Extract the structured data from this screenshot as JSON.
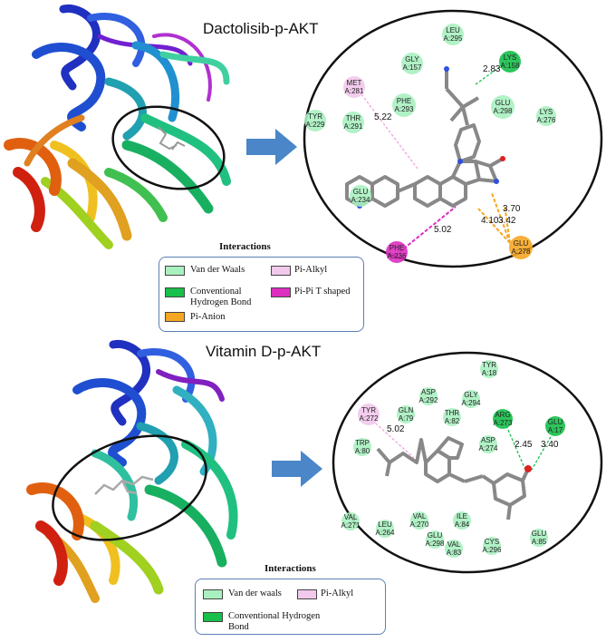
{
  "top": {
    "title": "Dactolisib-p-AKT",
    "residues": [
      {
        "label": "LEU\nA:295",
        "type": "vdw"
      },
      {
        "label": "LYS\nA:158",
        "type": "hbond"
      },
      {
        "label": "GLY\nA:157",
        "type": "vdw"
      },
      {
        "label": "MET\nA:281",
        "type": "pialkyl"
      },
      {
        "label": "PHE\nA:293",
        "type": "vdw"
      },
      {
        "label": "GLU\nA:298",
        "type": "vdw"
      },
      {
        "label": "LYS\nA:276",
        "type": "vdw"
      },
      {
        "label": "TYR\nA:229",
        "type": "vdw"
      },
      {
        "label": "THR\nA:291",
        "type": "vdw"
      },
      {
        "label": "GLU\nA:234",
        "type": "vdw"
      },
      {
        "label": "PHE\nA:236",
        "type": "pipi"
      },
      {
        "label": "GLU\nA:278",
        "type": "pianion"
      }
    ],
    "distances": [
      "2.83",
      "5.22",
      "5.02",
      "3.70",
      "4.10",
      "3.42"
    ],
    "legend": {
      "title": "Interactions",
      "items": [
        {
          "label": "Van der Waals",
          "color": "#a8f0c0"
        },
        {
          "label": "Pi-Alkyl",
          "color": "#f2c8ec"
        },
        {
          "label": "Conventional Hydrogen Bond",
          "color": "#16c04a"
        },
        {
          "label": "Pi-Pi T shaped",
          "color": "#dd2fc0"
        },
        {
          "label": "Pi-Anion",
          "color": "#f5a623"
        }
      ]
    }
  },
  "bottom": {
    "title": "Vitamin D-p-AKT",
    "residues": [
      {
        "label": "TYR\nA:18",
        "type": "vdw"
      },
      {
        "label": "ASP\nA:292",
        "type": "vdw"
      },
      {
        "label": "GLY\nA:294",
        "type": "vdw"
      },
      {
        "label": "TYR\nA:272",
        "type": "pialkyl"
      },
      {
        "label": "GLN\nA:79",
        "type": "vdw"
      },
      {
        "label": "THR\nA:82",
        "type": "vdw"
      },
      {
        "label": "ARG\nA:273",
        "type": "hbond"
      },
      {
        "label": "GLU\nA:17",
        "type": "hbond"
      },
      {
        "label": "ASP\nA:274",
        "type": "vdw"
      },
      {
        "label": "TRP\nA:80",
        "type": "vdw"
      },
      {
        "label": "VAL\nA:271",
        "type": "vdw"
      },
      {
        "label": "LEU\nA:264",
        "type": "vdw"
      },
      {
        "label": "VAL\nA:270",
        "type": "vdw"
      },
      {
        "label": "GLU\nA:298",
        "type": "vdw"
      },
      {
        "label": "ILE\nA:84",
        "type": "vdw"
      },
      {
        "label": "VAL\nA:83",
        "type": "vdw"
      },
      {
        "label": "CYS\nA:296",
        "type": "vdw"
      },
      {
        "label": "GLU\nA:85",
        "type": "vdw"
      }
    ],
    "distances": [
      "5.02",
      "2.45",
      "3.40"
    ],
    "legend": {
      "title": "Interactions",
      "items": [
        {
          "label": "Van der waals",
          "color": "#a8f0c0"
        },
        {
          "label": "Pi-Alkyl",
          "color": "#f2c8ec"
        },
        {
          "label": "Conventional Hydrogen Bond",
          "color": "#16c04a"
        }
      ]
    }
  },
  "colors": {
    "arrow": "#4a86c8",
    "vdw": "#a8f0c0",
    "hbond": "#16c04a",
    "pialkyl": "#f2c8ec",
    "pipi": "#dd2fc0",
    "pianion": "#f5a623",
    "legend_border": "#5b7fb5"
  }
}
